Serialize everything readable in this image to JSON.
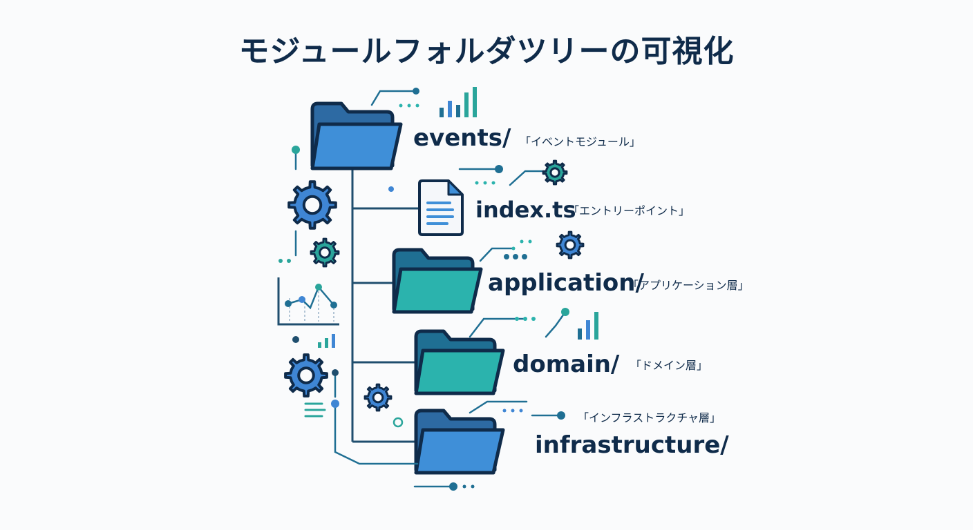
{
  "title": "モジュールフォルダツリーの可視化",
  "colors": {
    "navy": "#0f2b4a",
    "line": "#1f4e6e",
    "folder_blue": "#3f8fd8",
    "folder_blue_back": "#2d6aa3",
    "folder_teal": "#2bb3ad",
    "folder_teal_back": "#1f6f93",
    "gear_blue": "#3f86d4",
    "gear_teal": "#2aa59b",
    "accent_teal": "#2bb3ad"
  },
  "nodes": [
    {
      "name": "events/",
      "desc": "「イベントモジュール」",
      "kind": "folder",
      "color": "blue"
    },
    {
      "name": "index.ts",
      "desc": "「エントリーポイント」",
      "kind": "file",
      "color": "blue"
    },
    {
      "name": "application/",
      "desc": "「アプリケーション層」",
      "kind": "folder",
      "color": "teal"
    },
    {
      "name": "domain/",
      "desc": "「ドメイン層」",
      "kind": "folder",
      "color": "teal"
    },
    {
      "name": "infrastructure/",
      "desc": "「インフラストラクチャ層」",
      "kind": "folder",
      "color": "blue"
    }
  ],
  "icons": [
    "gear-icon",
    "folder-icon",
    "file-icon",
    "bar-chart-icon",
    "line-chart-icon",
    "lines-icon"
  ]
}
